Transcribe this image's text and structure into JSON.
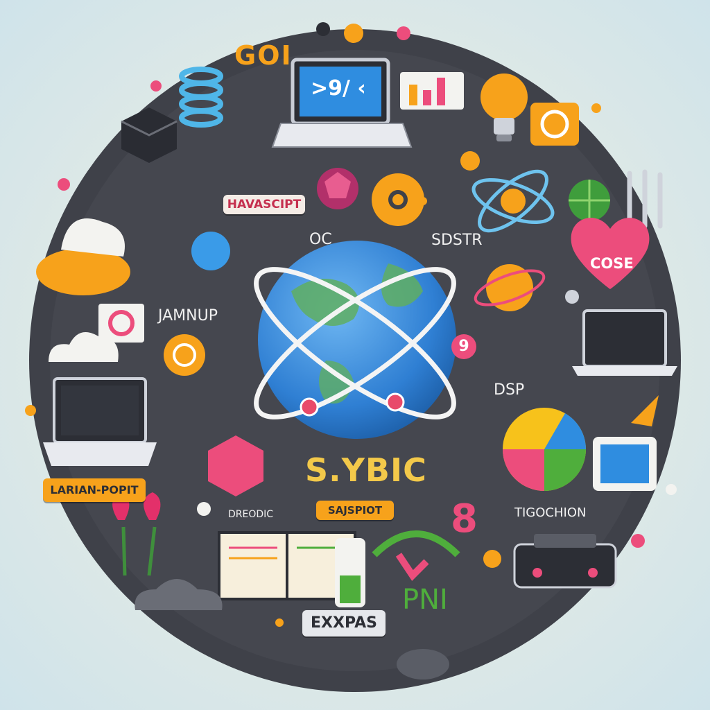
{
  "labels": {
    "goi": "GOI",
    "havascipt": "HAVASCIPT",
    "oc": "OC",
    "sdstr": "SDSTR",
    "cose": "COSE",
    "jamnup": "JAMNUP",
    "dsp": "DSP",
    "sybic": "S.YBIC",
    "laravel": "LARIAN-POPIT",
    "dreodic": "DREODIC",
    "saspiot": "SAJSPIOT",
    "tigochion": "TIGOCHION",
    "expas": "EXXPAS",
    "pni": "PNI",
    "laptop_prompt": ">9/ ‹",
    "nine_badge": "9",
    "eight": "8"
  },
  "colors": {
    "board": "#3d3f47",
    "accent_orange": "#f7a21b",
    "accent_pink": "#ec4d7c",
    "accent_blue": "#2f8de0",
    "accent_green": "#4fae3c",
    "globe_blue": "#3a86d9",
    "globe_green": "#5fae62"
  },
  "icons": [
    "globe-icon",
    "laptop-icon",
    "lightbulb-icon",
    "gear-icon",
    "heart-icon",
    "cloud-icon",
    "atom-icon",
    "pie-chart-icon",
    "open-book-icon",
    "tulip-icon",
    "tablet-icon",
    "controller-icon",
    "mouse-icon",
    "battery-icon",
    "spring-icon",
    "pen-icon",
    "rocket-icon",
    "cube-icon",
    "bar-chart-icon",
    "dome-icon"
  ]
}
